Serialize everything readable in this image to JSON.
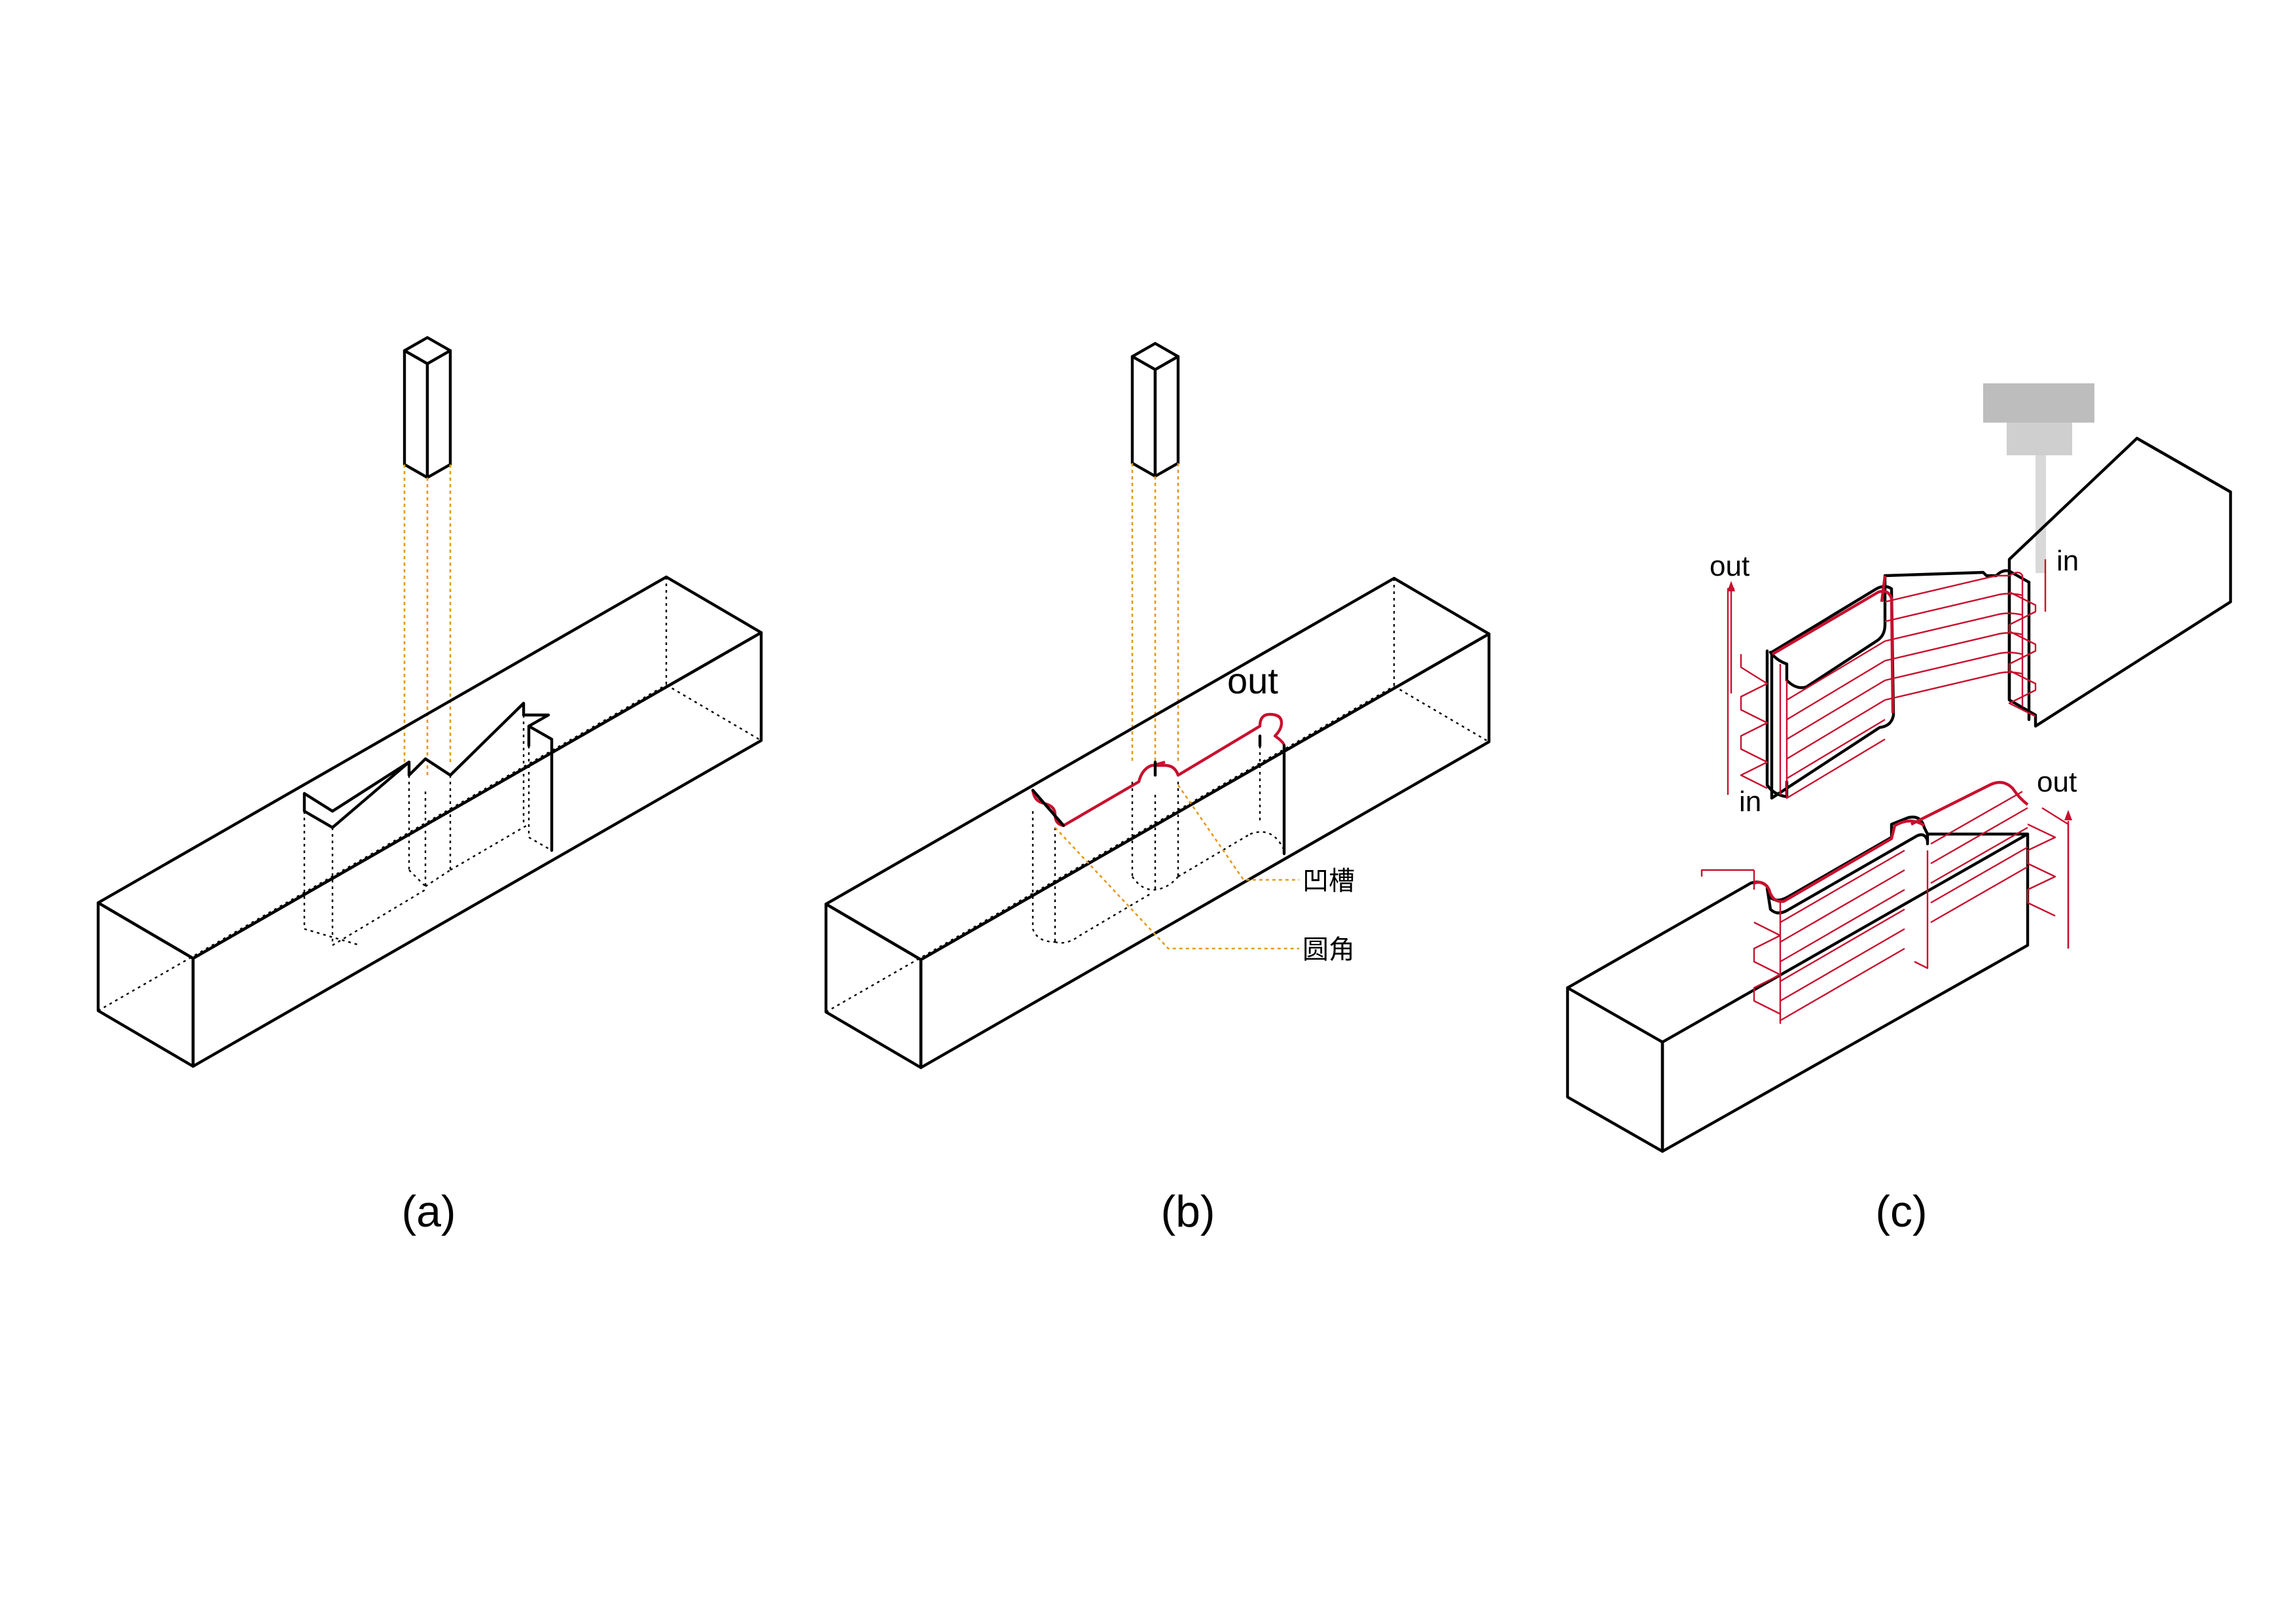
{
  "panels": [
    {
      "caption": "(a)"
    },
    {
      "caption": "(b)",
      "labels": {
        "out": "out",
        "groove": "凹槽",
        "fillet": "圆角"
      }
    },
    {
      "caption": "(c)",
      "labels": {
        "top_out": "out",
        "top_in": "in",
        "bottom_in": "in",
        "bottom_out": "out"
      }
    }
  ],
  "colors": {
    "line": "#000000",
    "toolpath": "#c8102e",
    "projection": "#e59a1c",
    "spindle": "#bdbdbd"
  }
}
